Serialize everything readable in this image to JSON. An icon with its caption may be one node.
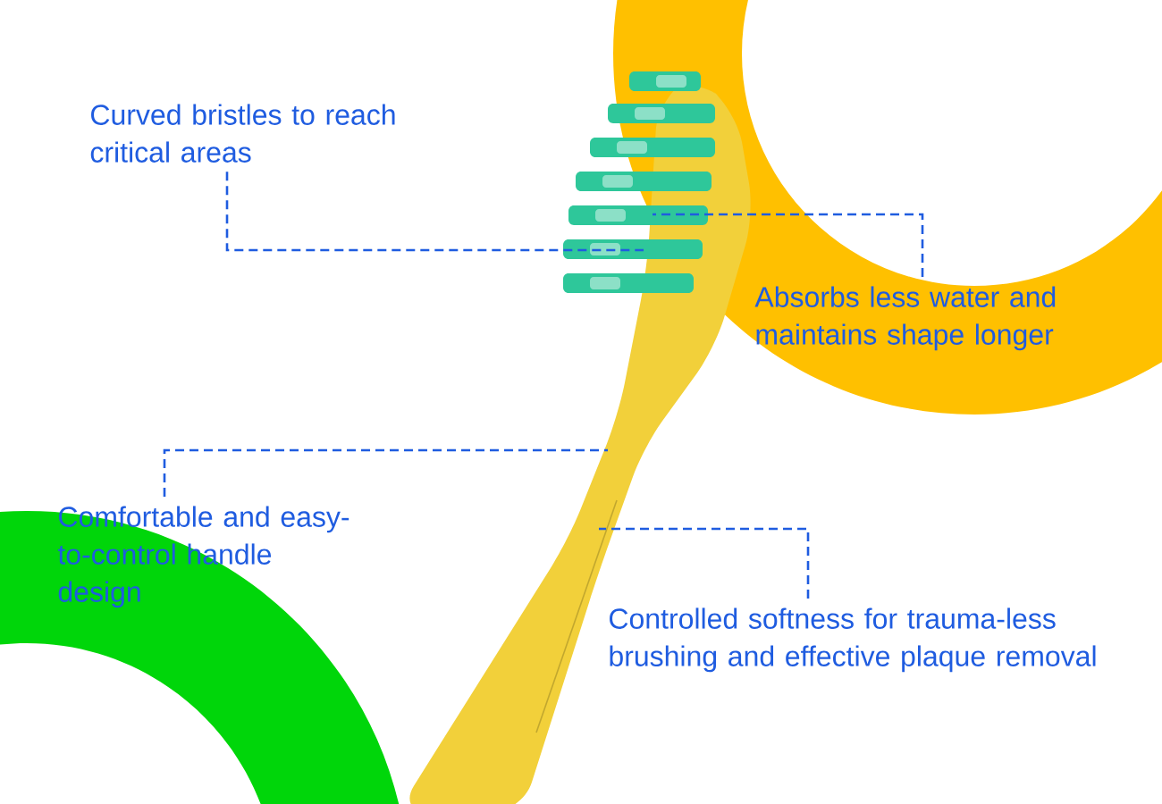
{
  "diagram": {
    "nodes": [
      {
        "text": [
          "Curved bristles to reach critical areas"
        ]
      },
      {
        "text": [
          "Absorbs less water and maintains shape longer"
        ]
      },
      {
        "text": [
          "Comfortable and easy-to-control handle design"
        ]
      },
      {
        "text": [
          "Controlled softness for trauma-less brushing and effective plaque removal"
        ]
      }
    ],
    "edges": [
      {
        "from": 0,
        "to": null,
        "arrow": "none",
        "style": "dashed"
      },
      {
        "from": 1,
        "to": null,
        "arrow": "none",
        "style": "dashed"
      },
      {
        "from": 2,
        "to": null,
        "arrow": "none",
        "style": "dashed"
      },
      {
        "from": 3,
        "to": null,
        "arrow": "none",
        "style": "dashed"
      }
    ]
  }
}
